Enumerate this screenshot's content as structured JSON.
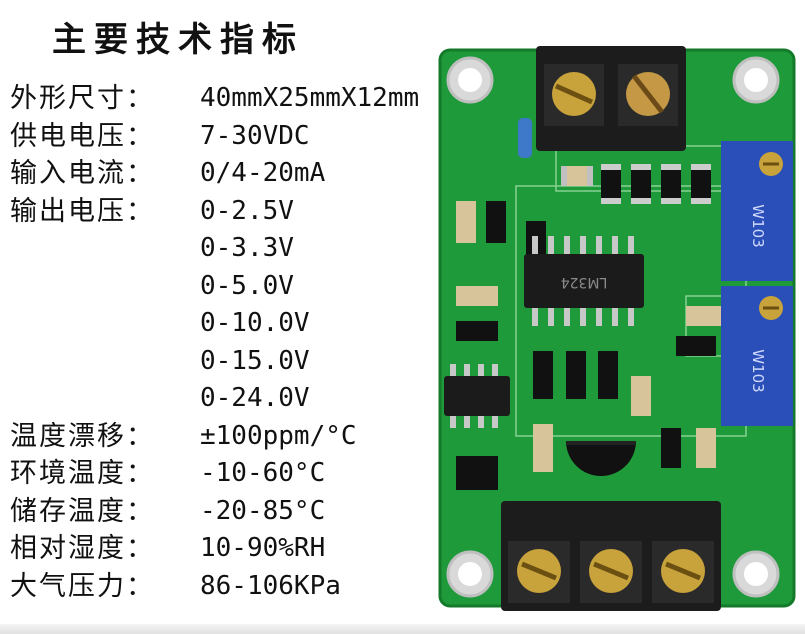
{
  "title": "主要技术指标",
  "specs": [
    {
      "label": "外形尺寸：",
      "value": "40mmX25mmX12mm"
    },
    {
      "label": "供电电压：",
      "value": "7-30VDC"
    },
    {
      "label": "输入电流：",
      "value": "0/4-20mA"
    },
    {
      "label": "输出电压：",
      "value": "0-2.5V"
    },
    {
      "label": "",
      "value": "0-3.3V"
    },
    {
      "label": "",
      "value": "0-5.0V"
    },
    {
      "label": "",
      "value": "0-10.0V"
    },
    {
      "label": "",
      "value": "0-15.0V"
    },
    {
      "label": "",
      "value": "0-24.0V"
    },
    {
      "label": "温度漂移：",
      "value": "±100ppm/°C"
    },
    {
      "label": "环境温度：",
      "value": "-10-60°C"
    },
    {
      "label": "储存温度：",
      "value": "-20-85°C"
    },
    {
      "label": "相对湿度：",
      "value": "10-90%RH"
    },
    {
      "label": "大气压力：",
      "value": "86-106KPa"
    }
  ],
  "board": {
    "chip_main": "LM324",
    "chip_small": "",
    "pot_label": "W103",
    "pcb_color": "#1f9a3a",
    "terminal_color": "#1c1c1c",
    "pot_color": "#2a4fb8"
  }
}
